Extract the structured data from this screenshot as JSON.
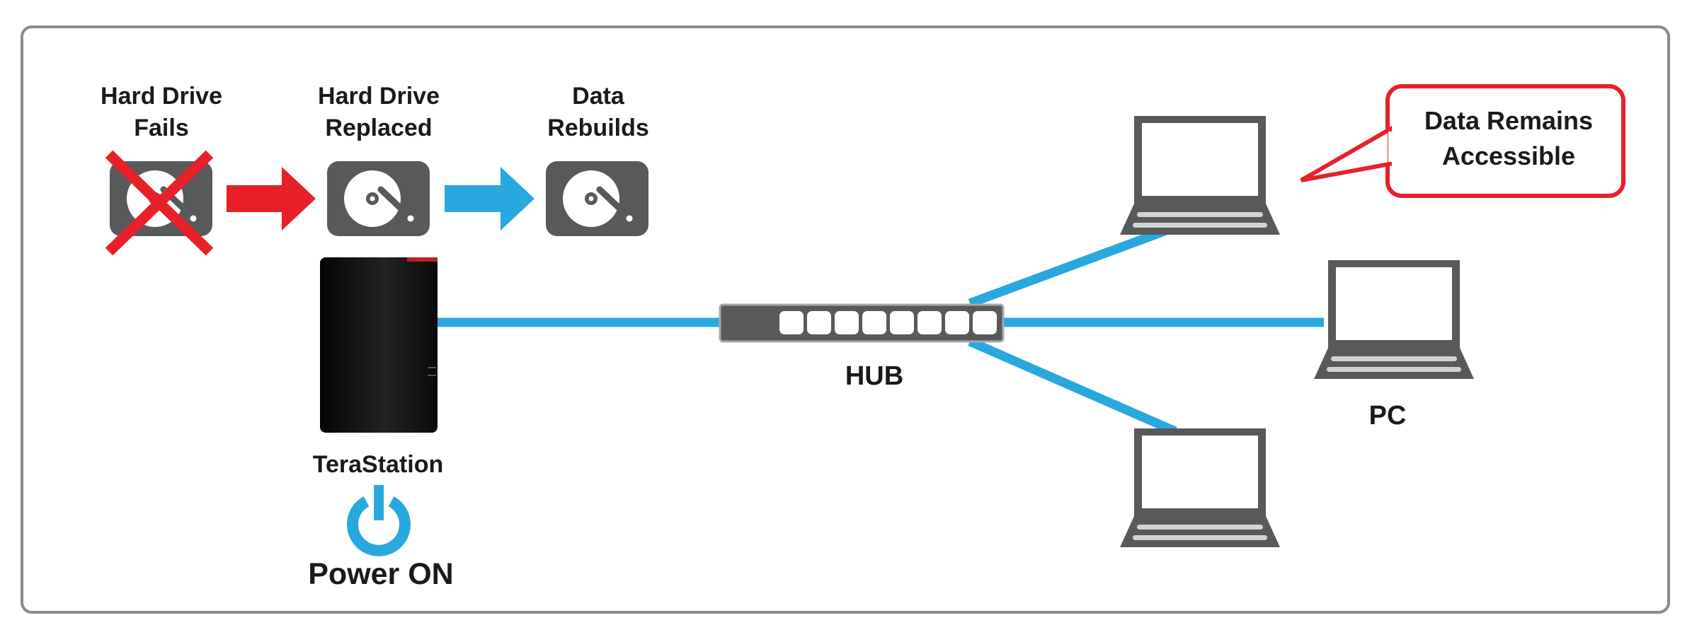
{
  "steps": [
    {
      "line1": "Hard Drive",
      "line2": "Fails"
    },
    {
      "line1": "Hard Drive",
      "line2": "Replaced"
    },
    {
      "line1": "Data",
      "line2": "Rebuilds"
    }
  ],
  "device": {
    "name": "TeraStation",
    "power_label": "Power ON"
  },
  "hub": {
    "label": "HUB"
  },
  "pc": {
    "label": "PC"
  },
  "callout": {
    "line1": "Data Remains",
    "line2": "Accessible"
  },
  "colors": {
    "red": "#e8202a",
    "blue": "#29a8e0",
    "icon_gray": "#58595b",
    "border": "#8a8a8a"
  }
}
